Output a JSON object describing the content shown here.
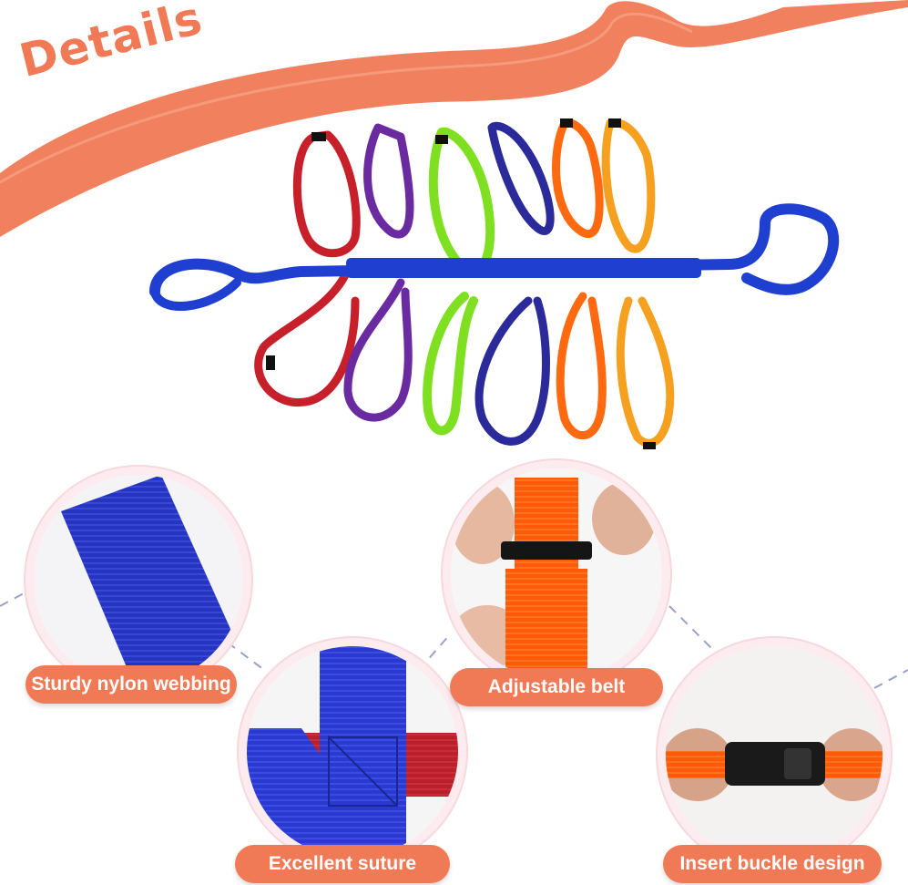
{
  "header": {
    "title": "Details"
  },
  "colors": {
    "accent": "#f07a55",
    "blue_strap": "#1e3fd0",
    "red_strap": "#c8202a",
    "purple_strap": "#6a2aa0",
    "green_strap": "#7ee020",
    "navy_strap": "#2a2a9a",
    "orange_strap": "#ff6a10",
    "yellow_strap": "#f6a020"
  },
  "features": [
    {
      "label": "Sturdy nylon webbing"
    },
    {
      "label": "Excellent suture"
    },
    {
      "label": "Adjustable belt"
    },
    {
      "label": "Insert buckle design"
    }
  ]
}
